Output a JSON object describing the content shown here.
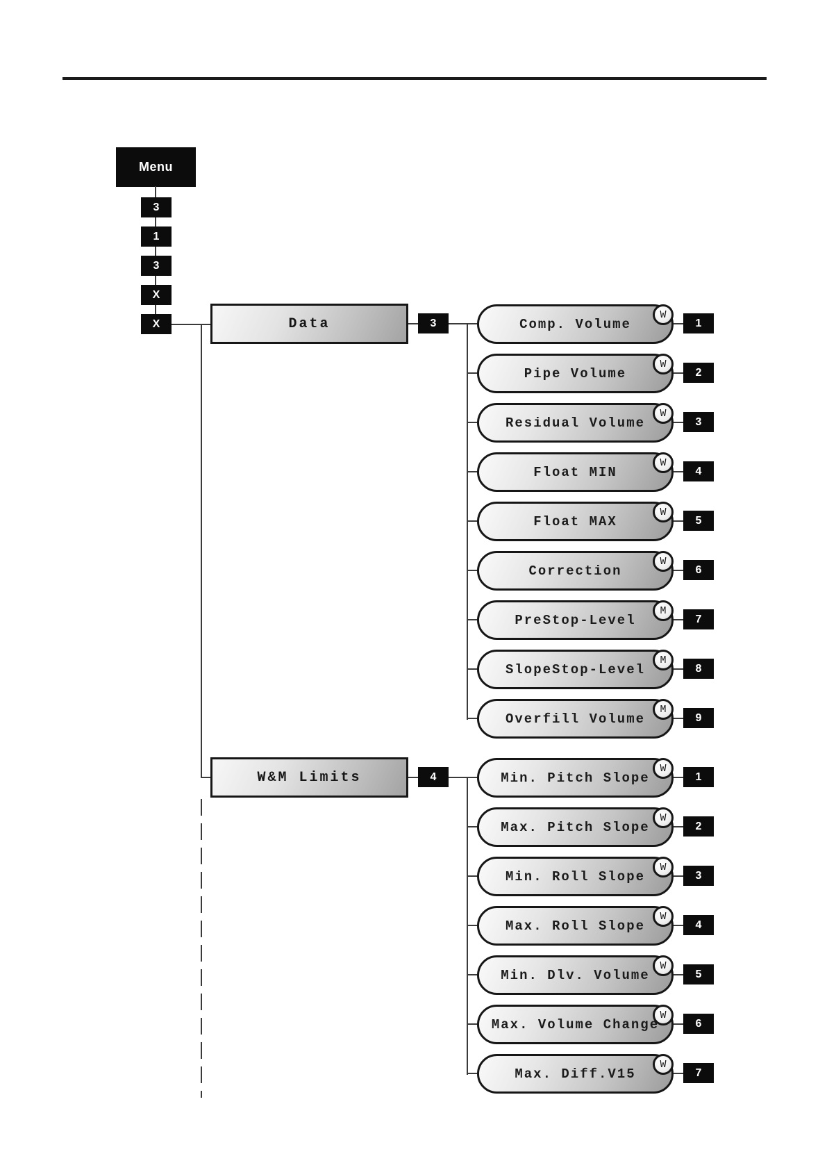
{
  "diagram": {
    "root": {
      "label": "Menu",
      "key_sequence": [
        "3",
        "1",
        "3",
        "X",
        "X"
      ]
    },
    "branches": [
      {
        "name": "Data",
        "key": "3",
        "items": [
          {
            "label": "Comp. Volume",
            "access": "W",
            "number": "1"
          },
          {
            "label": "Pipe Volume",
            "access": "W",
            "number": "2"
          },
          {
            "label": "Residual Volume",
            "access": "W",
            "number": "3"
          },
          {
            "label": "Float MIN",
            "access": "W",
            "number": "4"
          },
          {
            "label": "Float MAX",
            "access": "W",
            "number": "5"
          },
          {
            "label": "Correction",
            "access": "W",
            "number": "6"
          },
          {
            "label": "PreStop-Level",
            "access": "M",
            "number": "7"
          },
          {
            "label": "SlopeStop-Level",
            "access": "M",
            "number": "8"
          },
          {
            "label": "Overfill Volume",
            "access": "M",
            "number": "9"
          }
        ]
      },
      {
        "name": "W&M Limits",
        "key": "4",
        "items": [
          {
            "label": "Min. Pitch Slope",
            "access": "W",
            "number": "1"
          },
          {
            "label": "Max. Pitch Slope",
            "access": "W",
            "number": "2"
          },
          {
            "label": "Min. Roll Slope",
            "access": "W",
            "number": "3"
          },
          {
            "label": "Max. Roll Slope",
            "access": "W",
            "number": "4"
          },
          {
            "label": "Min. Dlv. Volume",
            "access": "W",
            "number": "5"
          },
          {
            "label": "Max. Volume Change",
            "access": "W",
            "number": "6"
          },
          {
            "label": "Max. Diff.V15",
            "access": "W",
            "number": "7"
          }
        ]
      }
    ],
    "colors": {
      "box_black": "#0c0c0c",
      "line": "#3a3a3a",
      "pill_border": "#161616"
    }
  }
}
